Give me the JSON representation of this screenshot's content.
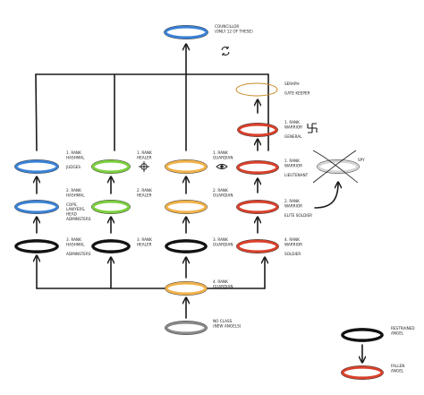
{
  "colors": {
    "blue": "#3b82d6",
    "green": "#7ccf3e",
    "orange": "#f1b24a",
    "red": "#d8412c",
    "black": "#111111",
    "gray": "#8a8a8a",
    "lightgray": "#d4d4d4",
    "line": "#1a1a1a"
  },
  "nodes": {
    "councillor": {
      "label": [
        "Councillor",
        "(only 12 of these)"
      ],
      "color": "blue"
    },
    "seraph": {
      "label": [
        "Seraph",
        "",
        "Gate keeper"
      ],
      "color": "orange"
    },
    "warrior_general": {
      "label": [
        "1. Rank",
        "warrior",
        "",
        "General"
      ],
      "color": "red"
    },
    "warrior_lieutenant": {
      "label": [
        "1. Rank",
        "warrior",
        "",
        "Lieutenant"
      ],
      "color": "red"
    },
    "warrior_elite": {
      "label": [
        "2. Rank",
        "warrior",
        "",
        "Elite soldier"
      ],
      "color": "red"
    },
    "warrior_soldier": {
      "label": [
        "4. Rank",
        "warrior",
        "",
        "Soldier"
      ],
      "color": "red"
    },
    "spy": {
      "label": [
        "Spy"
      ],
      "color": "lightgray"
    },
    "hashmal_judges": {
      "label": [
        "1. Rank",
        "hashmal",
        "",
        "Judges"
      ],
      "color": "blue"
    },
    "hashmal_cops": {
      "label": [
        "2. Rank",
        "hashmal",
        "",
        "Cops,",
        "lawyers,",
        "head",
        "adminsters"
      ],
      "color": "blue"
    },
    "hashmal_admin": {
      "label": [
        "3. Rank",
        "hashmal",
        "",
        "Adminsters"
      ],
      "color": "black"
    },
    "healer_1": {
      "label": [
        "1. Rank",
        "healer"
      ],
      "color": "green"
    },
    "healer_2": {
      "label": [
        "2. Rank",
        "healer"
      ],
      "color": "green"
    },
    "healer_3": {
      "label": [
        "3. Rank",
        "healer"
      ],
      "color": "black"
    },
    "guardian_1": {
      "label": [
        "1. Rank",
        "guardian"
      ],
      "color": "orange"
    },
    "guardian_2": {
      "label": [
        "2. Rank",
        "guardian"
      ],
      "color": "orange"
    },
    "guardian_3": {
      "label": [
        "3. Rank",
        "guardian"
      ],
      "color": "black"
    },
    "guardian_4": {
      "label": [
        "4. Rank",
        "guardian"
      ],
      "color": "orange"
    },
    "noclass": {
      "label": [
        "No class",
        "(new angels)"
      ],
      "color": "gray"
    }
  },
  "legend": {
    "restrained": {
      "label": [
        "Restrained",
        "angel"
      ],
      "color": "black"
    },
    "fallen": {
      "label": [
        "Fallen",
        "angel"
      ],
      "color": "red"
    }
  },
  "icons": [
    "cycle-arrows-icon",
    "swastika-icon",
    "crosshair-icon",
    "eye-icon",
    "x-cross-icon"
  ]
}
